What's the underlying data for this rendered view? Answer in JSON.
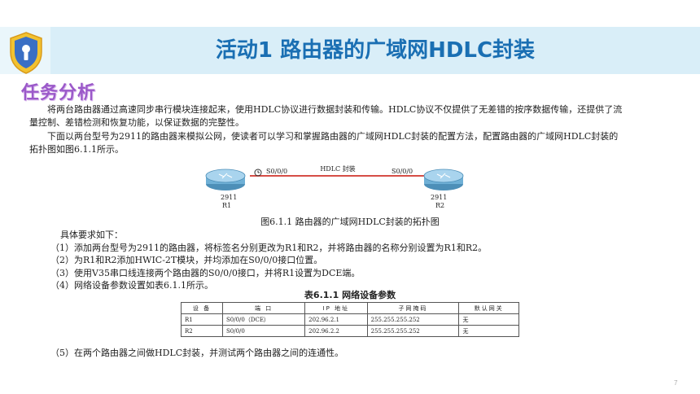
{
  "header": {
    "title": "活动1 路由器的广域网HDLC封装"
  },
  "section_title": "任务分析",
  "paragraphs": [
    "将两台路由器通过高速同步串行模块连接起来，使用HDLC协议进行数据封装和传输。HDLC协议不仅提供了无差错的按序数据传输，还提供了流量控制、差错检测和恢复功能，以保证数据的完整性。",
    "下面以两台型号为2911的路由器来模拟公网，使读者可以学习和掌握路由器的广域网HDLC封装的配置方法，配置路由器的广域网HDLC封装的拓扑图如图6.1.1所示。"
  ],
  "diagram": {
    "link_label": "HDLC 封装",
    "left_port": "S0/0/0",
    "right_port": "S0/0/0",
    "left_model": "2911",
    "left_name": "R1",
    "right_model": "2911",
    "right_name": "R2"
  },
  "figure_caption": "图6.1.1  路由器的广域网HDLC封装的拓扑图",
  "requirements": [
    "具体要求如下：",
    "（1）添加两台型号为2911的路由器，将标签名分别更改为R1和R2，并将路由器的名称分别设置为R1和R2。",
    "（2）为R1和R2添加HWIC-2T模块，并均添加在S0/0/0接口位置。",
    "（3）使用V35串口线连接两个路由器的S0/0/0接口，并将R1设置为DCE端。",
    "（4）网络设备参数设置如表6.1.1所示。"
  ],
  "table": {
    "title": "表6.1.1  网络设备参数",
    "headers": [
      "设 备",
      "端 口",
      "IP 地址",
      "子网掩码",
      "默认网关"
    ],
    "rows": [
      [
        "R1",
        "S0/0/0（DCE）",
        "202.96.2.1",
        "255.255.255.252",
        "无"
      ],
      [
        "R2",
        "S0/0/0",
        "202.96.2.2",
        "255.255.255.252",
        "无"
      ]
    ]
  },
  "last_step": "（5）在两个路由器之间做HDLC封装，并测试两个路由器之间的连通性。",
  "page_number": "7",
  "colors": {
    "title": "#1a6fb3",
    "section": "#9b59c9",
    "header_bg": "#d9eef8",
    "link": "#d0342c"
  }
}
